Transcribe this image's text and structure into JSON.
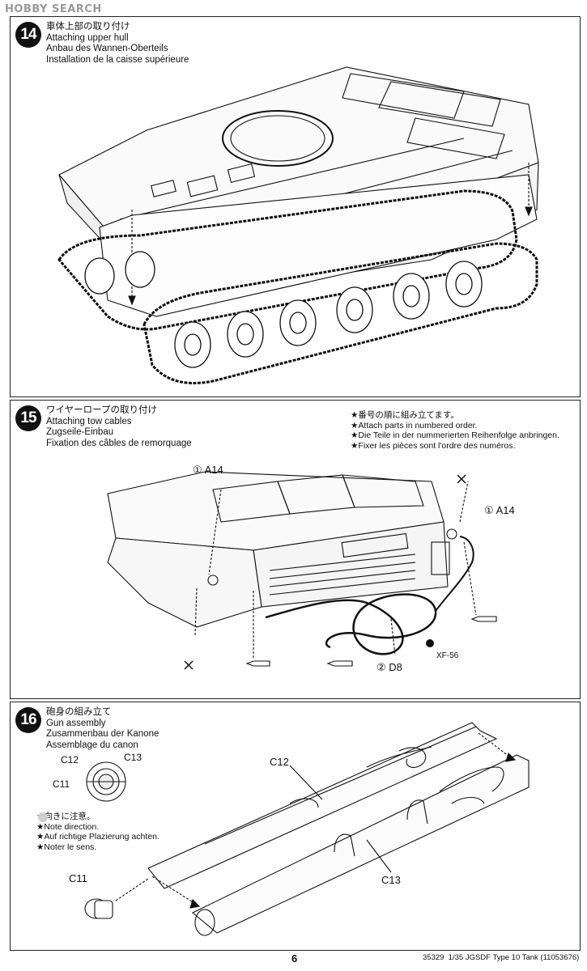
{
  "watermark": "HOBBY SEARCH",
  "steps": [
    {
      "number": "14",
      "title_jp": "車体上部の取り付け",
      "title_en": "Attaching upper hull",
      "title_de": "Anbau des Wannen-Oberteils",
      "title_fr": "Installation de la caisse supérieure"
    },
    {
      "number": "15",
      "title_jp": "ワイヤーロープの取り付け",
      "title_en": "Attaching tow cables",
      "title_de": "Zugseile-Einbau",
      "title_fr": "Fixation des câbles de remorquage",
      "note": {
        "jp": "番号の順に組み立てます。",
        "en": "Attach parts in numbered order.",
        "de": "Die Teile in der nummerierten Reihenfolge anbringen.",
        "fr": "Fixer les pièces sont l'ordre des numéros."
      },
      "labels": {
        "a14_left_num": "①",
        "a14_left": "A14",
        "a14_right_num": "①",
        "a14_right": "A14",
        "d8_num": "②",
        "d8": "D8",
        "paint": "XF-56"
      }
    },
    {
      "number": "16",
      "title_jp": "砲身の組み立て",
      "title_en": "Gun assembly",
      "title_de": "Zusammenbau der Kanone",
      "title_fr": "Assemblage du canon",
      "note": {
        "jp": "向きに注意。",
        "en": "Note direction.",
        "de": "Auf richtige Plazierung achten.",
        "fr": "Noter le sens."
      },
      "labels": {
        "c12_small": "C12",
        "c13_small": "C13",
        "c11_small": "C11",
        "c11": "C11",
        "c12": "C12",
        "c13": "C13"
      }
    }
  ],
  "footer": {
    "page": "6",
    "code": "35329",
    "product": "1/35 JGSDF Type 10 Tank (11053676)"
  },
  "colors": {
    "ink": "#111111",
    "watermark": "#9a9a9a"
  }
}
